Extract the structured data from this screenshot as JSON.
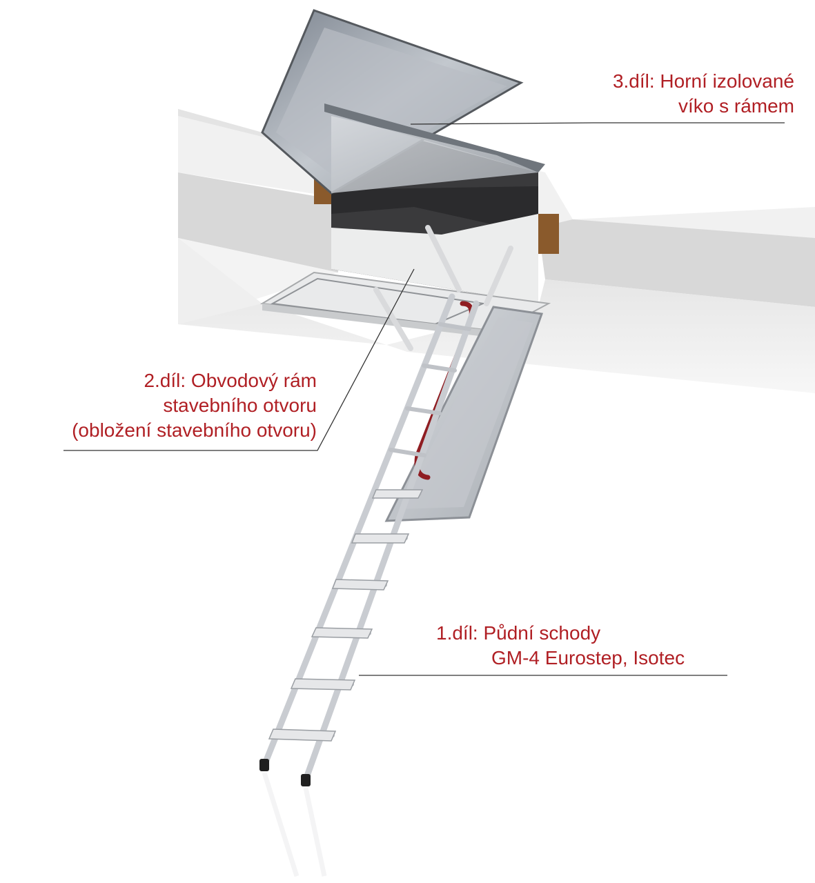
{
  "callouts": {
    "part3": {
      "line1": "3.díl: Horní izolované",
      "line2": "víko s rámem"
    },
    "part2": {
      "line1": "2.díl: Obvodový rám",
      "line2": "stavebního otvoru",
      "line3": "(obložení stavebního otvoru)"
    },
    "part1": {
      "line1": "1.díl: Půdní schody",
      "line2": "GM-4 Eurostep, Isotec"
    }
  },
  "colors": {
    "label_text": "#b01f24",
    "leader_line": "#333333",
    "foam": "#f1f1f1",
    "concrete": "#d6d6d6",
    "wood": "#8a5a2c",
    "metal": "#c9ccd1",
    "handrail": "#8f1d22"
  }
}
